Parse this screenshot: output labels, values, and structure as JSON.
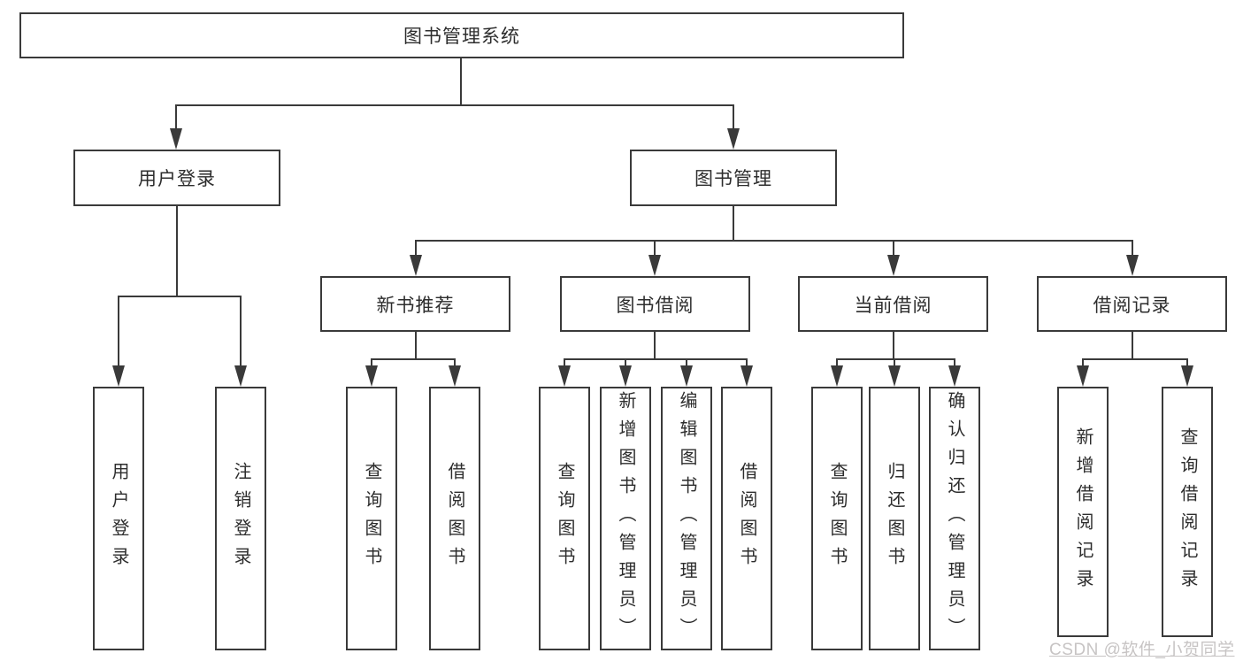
{
  "colors": {
    "background": "#ffffff",
    "line": "#3a3a3a",
    "text": "#2d2d2d",
    "watermark": "#c7c4c4"
  },
  "diagram": {
    "root": {
      "id": "library-management-system",
      "label": "图书管理系统"
    },
    "level2": [
      {
        "id": "user-login",
        "parent": "library-management-system",
        "label": "用户登录"
      },
      {
        "id": "book-management",
        "parent": "library-management-system",
        "label": "图书管理"
      }
    ],
    "level3": [
      {
        "id": "new-book-recommend",
        "parent": "book-management",
        "label": "新书推荐"
      },
      {
        "id": "book-borrowing",
        "parent": "book-management",
        "label": "图书借阅"
      },
      {
        "id": "current-borrowing",
        "parent": "book-management",
        "label": "当前借阅"
      },
      {
        "id": "borrowing-records",
        "parent": "book-management",
        "label": "借阅记录"
      }
    ],
    "level4": [
      {
        "id": "leaf-user-login",
        "parent": "user-login",
        "label": "用户登录"
      },
      {
        "id": "leaf-logout",
        "parent": "user-login",
        "label": "注销登录"
      },
      {
        "id": "leaf-query-books-1",
        "parent": "new-book-recommend",
        "label": "查询图书"
      },
      {
        "id": "leaf-borrow-books-1",
        "parent": "new-book-recommend",
        "label": "借阅图书"
      },
      {
        "id": "leaf-query-books-2",
        "parent": "book-borrowing",
        "label": "查询图书"
      },
      {
        "id": "leaf-add-book-admin",
        "parent": "book-borrowing",
        "label": "新增图书（管理员）"
      },
      {
        "id": "leaf-edit-book-admin",
        "parent": "book-borrowing",
        "label": "编辑图书（管理员）"
      },
      {
        "id": "leaf-borrow-books-2",
        "parent": "book-borrowing",
        "label": "借阅图书"
      },
      {
        "id": "leaf-query-books-3",
        "parent": "current-borrowing",
        "label": "查询图书"
      },
      {
        "id": "leaf-return-book",
        "parent": "current-borrowing",
        "label": "归还图书"
      },
      {
        "id": "leaf-confirm-return-admin",
        "parent": "current-borrowing",
        "label": "确认归还（管理员）"
      },
      {
        "id": "leaf-add-borrow-record",
        "parent": "borrowing-records",
        "label": "新增借阅记录"
      },
      {
        "id": "leaf-query-borrow-record",
        "parent": "borrowing-records",
        "label": "查询借阅记录"
      }
    ]
  },
  "watermark": {
    "label": "CSDN @软件_小贺同学"
  }
}
